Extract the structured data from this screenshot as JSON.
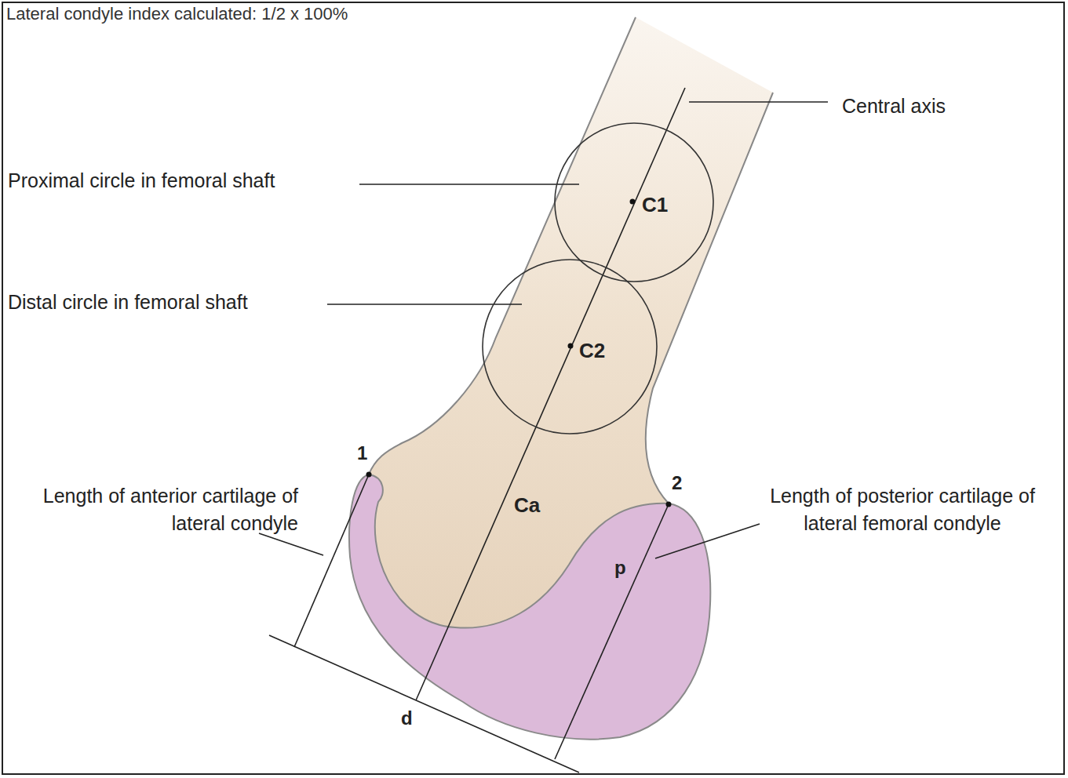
{
  "diagram": {
    "title": "Lateral condyle index calculated: 1/2 x 100%",
    "nodes": [
      {
        "text": [
          "C1"
        ]
      },
      {
        "text": [
          "C2"
        ]
      }
    ],
    "labels": [
      "Central axis",
      "Proximal circle in femoral shaft",
      "Distal circle in femoral shaft",
      "1",
      "2",
      "Length of anterior cartilage of lateral condyle",
      "Length of posterior cartilage of lateral femoral condyle",
      "Ca",
      "p",
      "d"
    ]
  }
}
